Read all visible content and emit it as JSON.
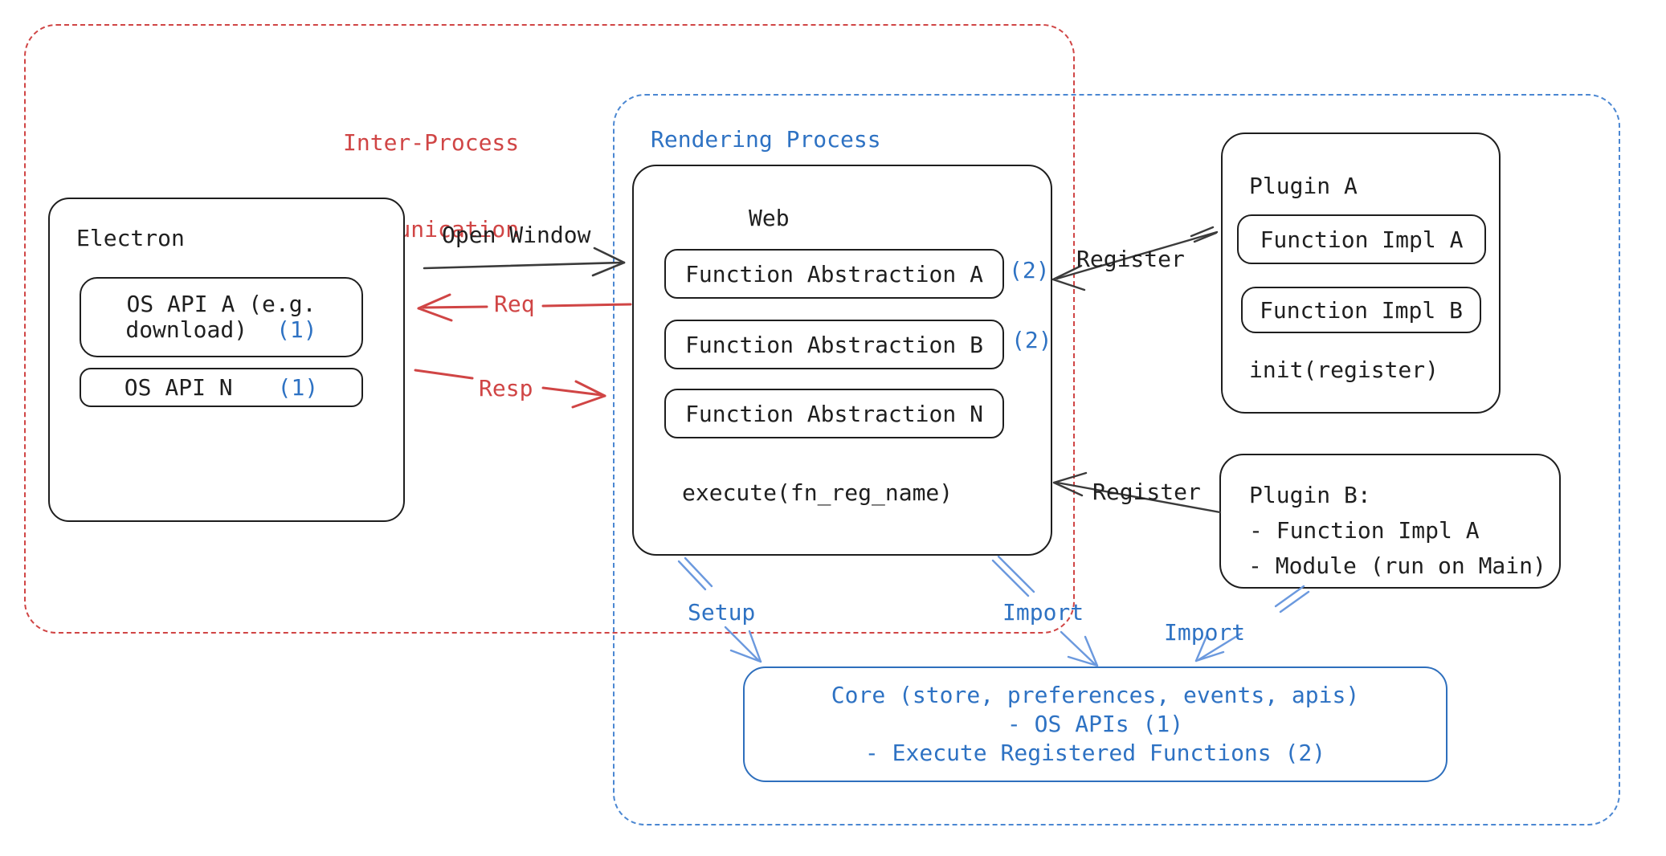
{
  "diagram": {
    "ipc": {
      "label_line1": "Inter-Process",
      "label_line2": "Communication"
    },
    "rendering": {
      "label": "Rendering Process"
    },
    "electron": {
      "title": "Electron",
      "api_a_line1": "OS API A (e.g.",
      "api_a_line2": "download)",
      "api_a_badge": "(1)",
      "api_n": "OS API N",
      "api_n_badge": "(1)"
    },
    "web": {
      "title": "Web",
      "fa_a": "Function Abstraction A",
      "fa_a_badge": "(2)",
      "fa_b": "Function Abstraction B",
      "fa_b_badge": "(2)",
      "fa_n": "Function Abstraction N",
      "execute": "execute(fn_reg_name)"
    },
    "plugin_a": {
      "title": "Plugin A",
      "impl_a": "Function Impl A",
      "impl_b": "Function Impl B",
      "init": "init(register)"
    },
    "plugin_b": {
      "title": "Plugin B:",
      "item1": "- Function Impl A",
      "item2": "- Module (run on Main)"
    },
    "core": {
      "line1": "Core (store, preferences, events, apis)",
      "line2": "- OS APIs (1)",
      "line3": "- Execute Registered Functions (2)"
    },
    "arrows": {
      "open_window": "Open Window",
      "req": "Req",
      "resp": "Resp",
      "register_top": "Register",
      "register_bottom": "Register",
      "setup": "Setup",
      "import_web": "Import",
      "import_plugin": "Import"
    },
    "colors": {
      "red": "#d04545",
      "blue_text": "#2e72c3",
      "blue_border": "#4b87d2",
      "arrow_blue": "#6b99de",
      "black": "#1e1e1e"
    }
  }
}
